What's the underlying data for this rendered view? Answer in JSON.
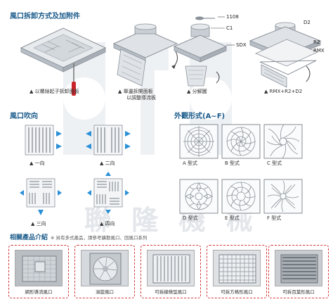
{
  "sections": {
    "removal_title": "風口拆卸方式及加附件",
    "direction_title": "風口吹向",
    "appearance_title": "外觀形式(A~F)",
    "related_title": "相關產品介紹",
    "related_note": "※ 另有多式產品，請參考擴散風口、回風口系列"
  },
  "watermark": "聯 隆 機 械",
  "removal_steps": [
    {
      "caption": "▲ 以螺絲起子拆卸面板"
    },
    {
      "caption_line1": "▲ 單邊拆開面板",
      "caption_line2": "以調整導流板"
    },
    {
      "caption": "▲ 分解圖"
    },
    {
      "caption": "▲ RMX+R2+D2"
    }
  ],
  "part_labels": {
    "p1108": "1108",
    "c1": "C1",
    "sdx": "SDX",
    "d2": "D2",
    "r2": "R2",
    "rmx": "RMX"
  },
  "directions": [
    {
      "caption": "▲ 一向"
    },
    {
      "caption": "▲ 二向"
    },
    {
      "caption": "▲ 三向"
    },
    {
      "caption": "▲ 四向"
    }
  ],
  "appearance_types": [
    {
      "caption": "A 型式"
    },
    {
      "caption": "B 型式"
    },
    {
      "caption": "C 型式"
    },
    {
      "caption": "D 型式"
    },
    {
      "caption": "E 型式"
    },
    {
      "caption": "F 型式"
    }
  ],
  "related_products": [
    {
      "caption": "網形導流風口"
    },
    {
      "caption": "渦旋風口"
    },
    {
      "caption": "可拆線條型風口"
    },
    {
      "caption": "可拆方格形風口"
    },
    {
      "caption": "可拆百葉形風口"
    }
  ],
  "colors": {
    "accent": "#1a5a8a",
    "arrow": "#2a8fd6",
    "dashed_border": "#d23a3a",
    "metal": "#c9ced4"
  }
}
